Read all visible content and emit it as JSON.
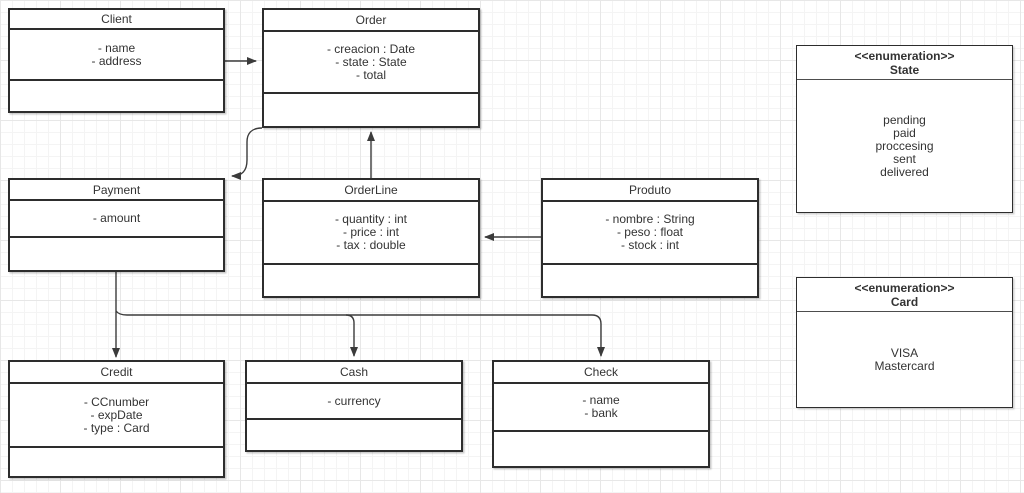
{
  "diagram_title": "UML class diagram",
  "classes": {
    "client": {
      "title": "Client",
      "attributes": [
        "- name",
        "- address"
      ]
    },
    "order": {
      "title": "Order",
      "attributes": [
        "- creacion : Date",
        "- state : State",
        "- total"
      ]
    },
    "payment": {
      "title": "Payment",
      "attributes": [
        "- amount"
      ]
    },
    "orderline": {
      "title": "OrderLine",
      "attributes": [
        "- quantity : int",
        "- price : int",
        "- tax : double"
      ]
    },
    "produto": {
      "title": "Produto",
      "attributes": [
        "- nombre : String",
        "- peso : float",
        "- stock : int"
      ]
    },
    "credit": {
      "title": "Credit",
      "attributes": [
        "- CCnumber",
        "- expDate",
        "- type : Card"
      ]
    },
    "cash": {
      "title": "Cash",
      "attributes": [
        "- currency"
      ]
    },
    "check": {
      "title": "Check",
      "attributes": [
        "- name",
        "- bank"
      ]
    }
  },
  "enumerations": {
    "state": {
      "stereotype": "<<enumeration>>",
      "title": "State",
      "values": [
        "pending",
        "paid",
        "proccesing",
        "sent",
        "delivered"
      ]
    },
    "card": {
      "stereotype": "<<enumeration>>",
      "title": "Card",
      "values": [
        "VISA",
        "Mastercard"
      ]
    }
  },
  "edges": [
    {
      "from": "Client",
      "to": "Order"
    },
    {
      "from": "OrderLine",
      "to": "Order"
    },
    {
      "from": "Produto",
      "to": "OrderLine"
    },
    {
      "from": "Order",
      "to": "Payment"
    },
    {
      "from": "Payment",
      "to": "Credit"
    },
    {
      "from": "Payment",
      "to": "Cash"
    },
    {
      "from": "Payment",
      "to": "Check"
    }
  ],
  "colors": {
    "stroke": "#2d2d2d",
    "edge": "#3b3b3b",
    "text": "#333333",
    "background": "#ffffff",
    "grid_minor": "#f4f4f4",
    "grid_major": "#e7e7e7"
  }
}
